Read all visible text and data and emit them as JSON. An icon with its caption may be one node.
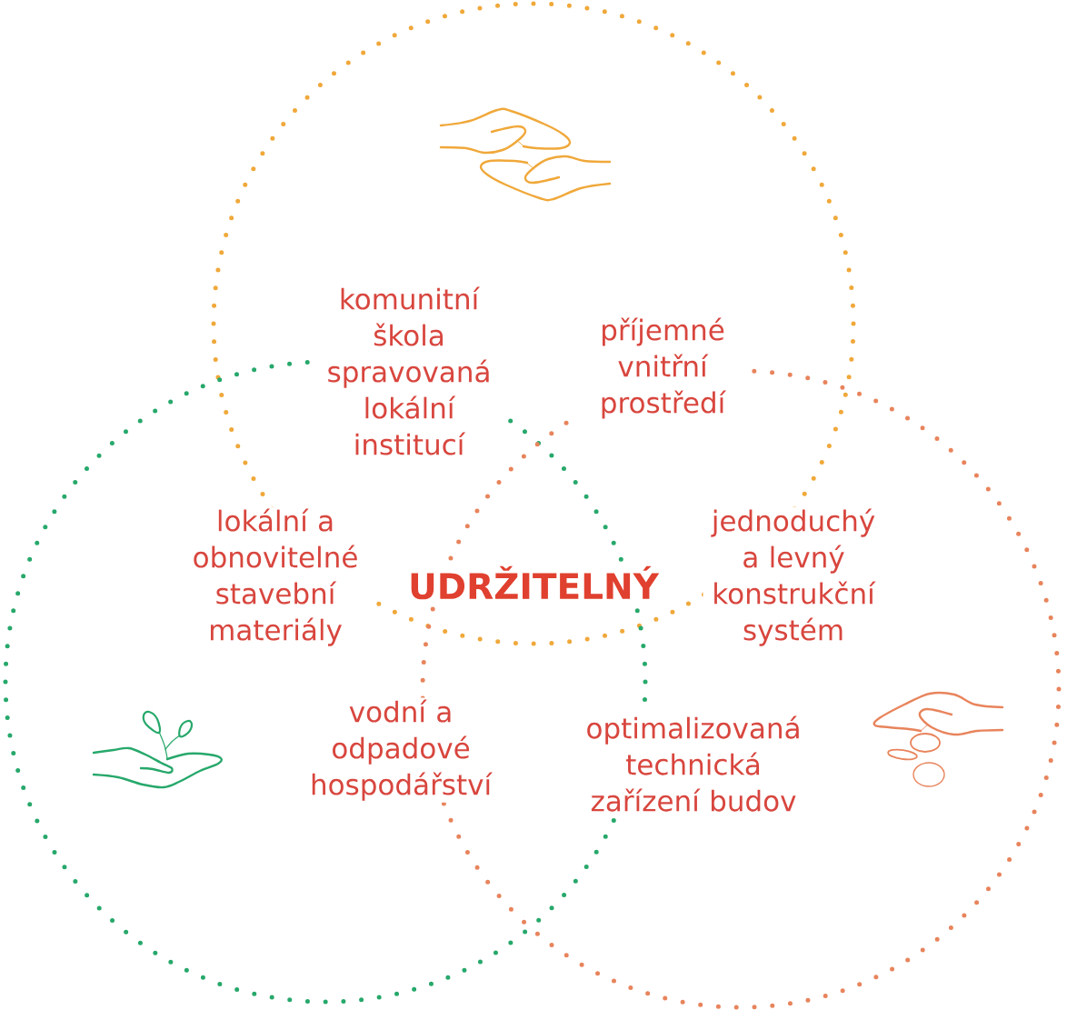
{
  "diagram": {
    "labels": [
      "komunitní škola spravovaná lokální institucí",
      "příjemné vnitřní prostředí",
      "lokální a obnovitelné stavební materiály",
      "UDRŽITELNÝ",
      "jednoduchý a levný konstrukční systém",
      "vodní a odpadové hospodářství",
      "optimalizovaná technická zařízení budov"
    ]
  }
}
